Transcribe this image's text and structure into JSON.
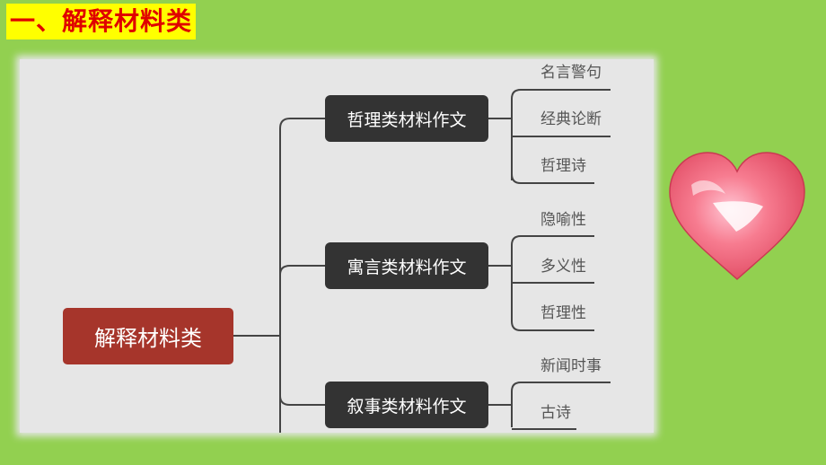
{
  "title": "一、解释材料类",
  "root": "解释材料类",
  "categories": [
    {
      "label": "哲理类材料作文",
      "leaves": [
        "名言警句",
        "经典论断",
        "哲理诗"
      ]
    },
    {
      "label": "寓言类材料作文",
      "leaves": [
        "隐喻性",
        "多义性",
        "哲理性"
      ]
    },
    {
      "label": "叙事类材料作文",
      "leaves": [
        "新闻时事",
        "古诗"
      ]
    }
  ],
  "colors": {
    "background": "#92d050",
    "title_bg": "#ffff00",
    "title_text": "#e00000",
    "root_node": "#a6352b",
    "category_node": "#333333",
    "heart": "#f0647a"
  }
}
